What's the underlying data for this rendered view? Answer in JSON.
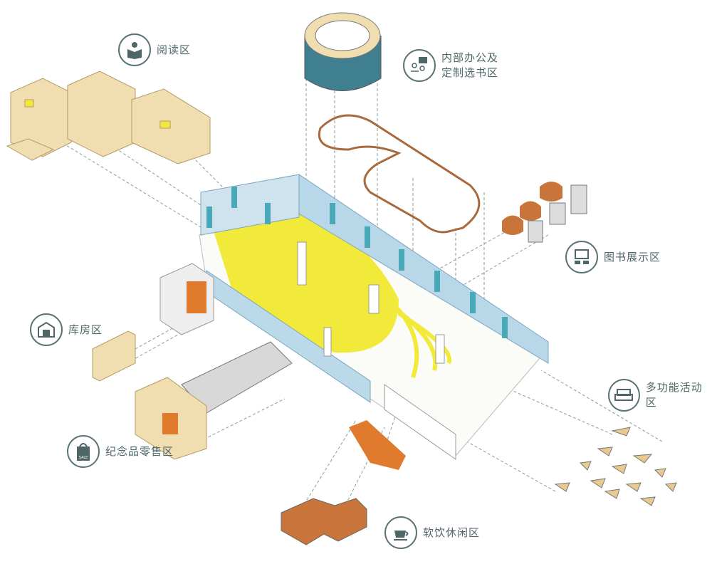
{
  "zones": [
    {
      "id": "reading",
      "label": "阅读区",
      "icon": "reading-person-icon"
    },
    {
      "id": "office",
      "label": "内部办公及\n定制选书区",
      "icon": "office-meeting-icon"
    },
    {
      "id": "display",
      "label": "图书展示区",
      "icon": "display-screen-icon"
    },
    {
      "id": "storage",
      "label": "库房区",
      "icon": "warehouse-icon"
    },
    {
      "id": "multi",
      "label": "多功能活动区",
      "icon": "sofa-icon"
    },
    {
      "id": "retail",
      "label": "纪念品零售区",
      "icon": "shopping-bag-icon",
      "icon_text": "SALE"
    },
    {
      "id": "cafe",
      "label": "软饮休闲区",
      "icon": "coffee-cup-icon"
    }
  ],
  "colors": {
    "icon": "#4f6669",
    "floor_yellow": "#f2ea3a",
    "glass": "#a9cfe6",
    "wall_teal": "#4aa9b8",
    "wood": "#f0ddb0",
    "orange": "#e07a2c"
  }
}
